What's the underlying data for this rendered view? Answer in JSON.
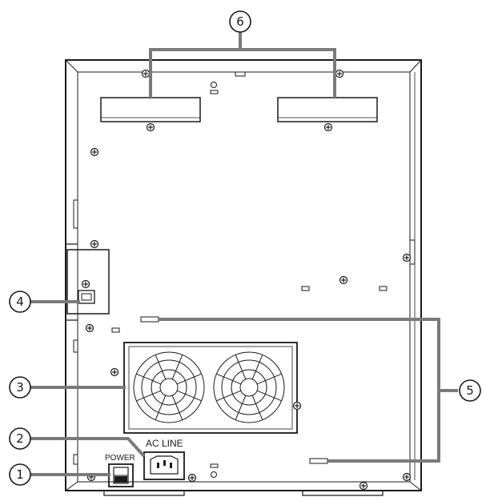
{
  "labels": {
    "ac_line": "AC  LINE",
    "power": "POWER"
  },
  "callouts": [
    {
      "id": "power-switch",
      "number": "1"
    },
    {
      "id": "ac-line-inlet",
      "number": "2"
    },
    {
      "id": "fan",
      "number": "3"
    },
    {
      "id": "usb-port",
      "number": "4"
    },
    {
      "id": "slots",
      "number": "5"
    },
    {
      "id": "handles",
      "number": "6"
    }
  ],
  "colors": {
    "line": "#1a1a1a",
    "leader": "#7a7a7a",
    "background": "#ffffff"
  }
}
